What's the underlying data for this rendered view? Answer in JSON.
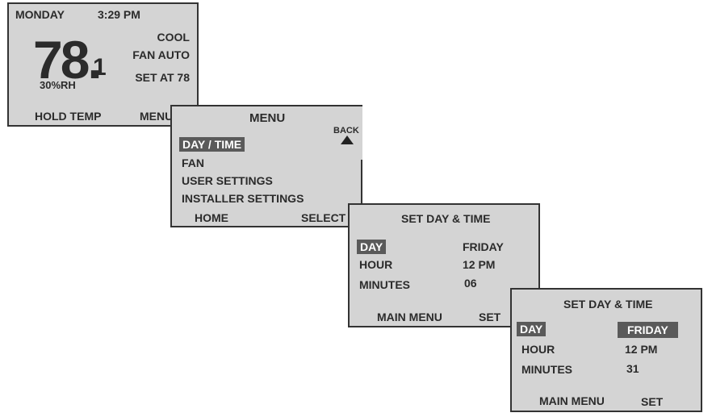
{
  "screen1": {
    "day": "MONDAY",
    "time": "3:29 PM",
    "temp_whole": "78.",
    "temp_decimal": "1",
    "humidity": "30%RH",
    "mode": "COOL",
    "fan": "FAN AUTO",
    "setpoint": "SET AT 78",
    "hold_label": "HOLD TEMP",
    "menu_label": "MENU"
  },
  "screen2": {
    "title": "MENU",
    "back_label": "BACK",
    "items": [
      "DAY / TIME",
      "FAN",
      "USER SETTINGS",
      "INSTALLER SETTINGS"
    ],
    "home_label": "HOME",
    "select_label": "SELECT"
  },
  "screen3": {
    "title": "SET DAY & TIME",
    "rows": [
      {
        "label": "DAY",
        "value": "FRIDAY"
      },
      {
        "label": "HOUR",
        "value": "12 PM"
      },
      {
        "label": "MINUTES",
        "value": "06"
      }
    ],
    "main_menu_label": "MAIN MENU",
    "set_label": "SET"
  },
  "screen4": {
    "title": "SET DAY & TIME",
    "rows": [
      {
        "label": "DAY",
        "value": "FRIDAY"
      },
      {
        "label": "HOUR",
        "value": "12 PM"
      },
      {
        "label": "MINUTES",
        "value": "31"
      }
    ],
    "main_menu_label": "MAIN MENU",
    "set_label": "SET"
  },
  "colors": {
    "screen_bg": "#d4d4d4",
    "border": "#333333",
    "highlight": "#5a5a5a",
    "text": "#2b2b2b"
  }
}
